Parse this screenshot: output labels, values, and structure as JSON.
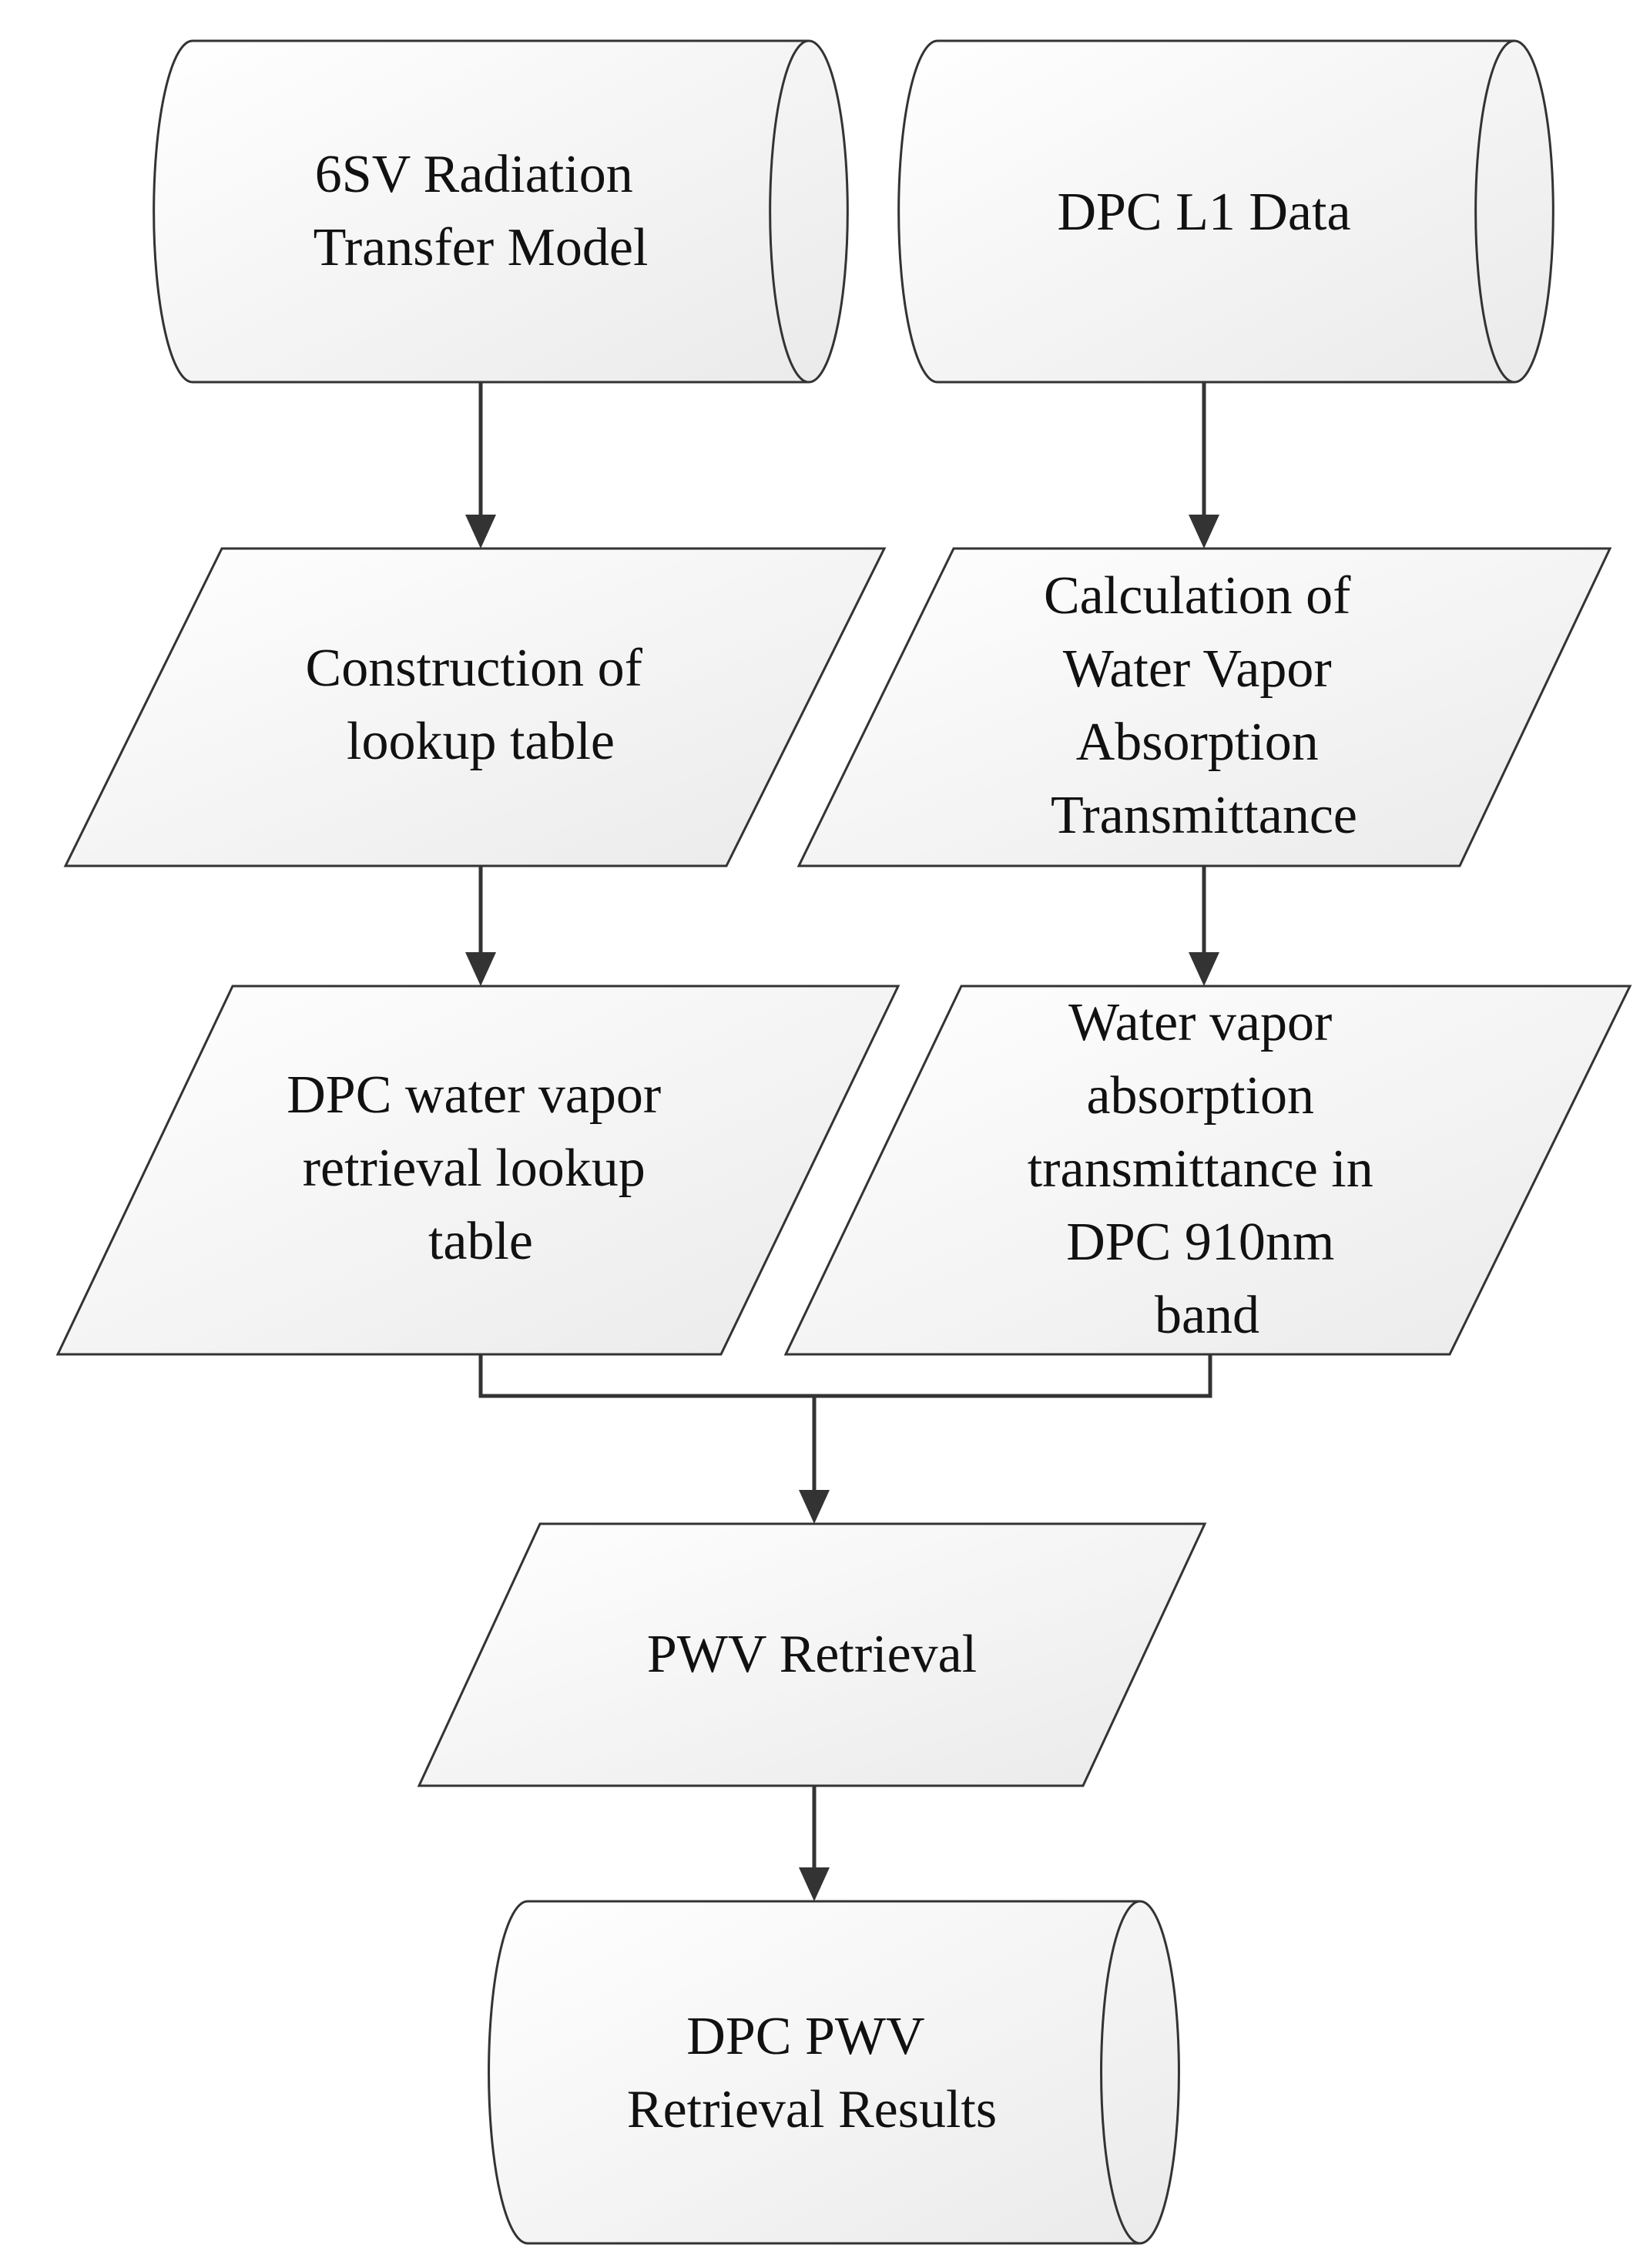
{
  "colors": {
    "fill_start": "#ffffff",
    "fill_end": "#eaeaea",
    "stroke": "#333333",
    "text": "#111111"
  },
  "nodes": [
    {
      "id": "radiation-model",
      "shape": "cylinder",
      "lines": [
        "6SV Radiation",
        "Transfer Model"
      ]
    },
    {
      "id": "dpc-l1-data",
      "shape": "cylinder",
      "lines": [
        "DPC L1 Data"
      ]
    },
    {
      "id": "lookup-construction",
      "shape": "parallelogram",
      "lines": [
        "Construction of",
        "lookup table"
      ]
    },
    {
      "id": "transmittance-calculation",
      "shape": "parallelogram",
      "lines": [
        "Calculation of",
        "Water Vapor",
        "Absorption",
        "Transmittance"
      ]
    },
    {
      "id": "retrieval-lookup-table",
      "shape": "parallelogram",
      "lines": [
        "DPC water vapor",
        "retrieval lookup",
        "table"
      ]
    },
    {
      "id": "transmittance-910nm",
      "shape": "parallelogram",
      "lines": [
        "Water vapor",
        "absorption",
        "transmittance in",
        "DPC 910nm",
        "band"
      ]
    },
    {
      "id": "pwv-retrieval",
      "shape": "parallelogram",
      "lines": [
        "PWV Retrieval"
      ]
    },
    {
      "id": "pwv-results",
      "shape": "cylinder",
      "lines": [
        "DPC PWV",
        "Retrieval Results"
      ]
    }
  ],
  "edges": [
    {
      "from": "radiation-model",
      "to": "lookup-construction"
    },
    {
      "from": "dpc-l1-data",
      "to": "transmittance-calculation"
    },
    {
      "from": "lookup-construction",
      "to": "retrieval-lookup-table"
    },
    {
      "from": "transmittance-calculation",
      "to": "transmittance-910nm"
    },
    {
      "from": "retrieval-lookup-table",
      "to": "pwv-retrieval"
    },
    {
      "from": "transmittance-910nm",
      "to": "pwv-retrieval"
    },
    {
      "from": "pwv-retrieval",
      "to": "pwv-results"
    }
  ]
}
